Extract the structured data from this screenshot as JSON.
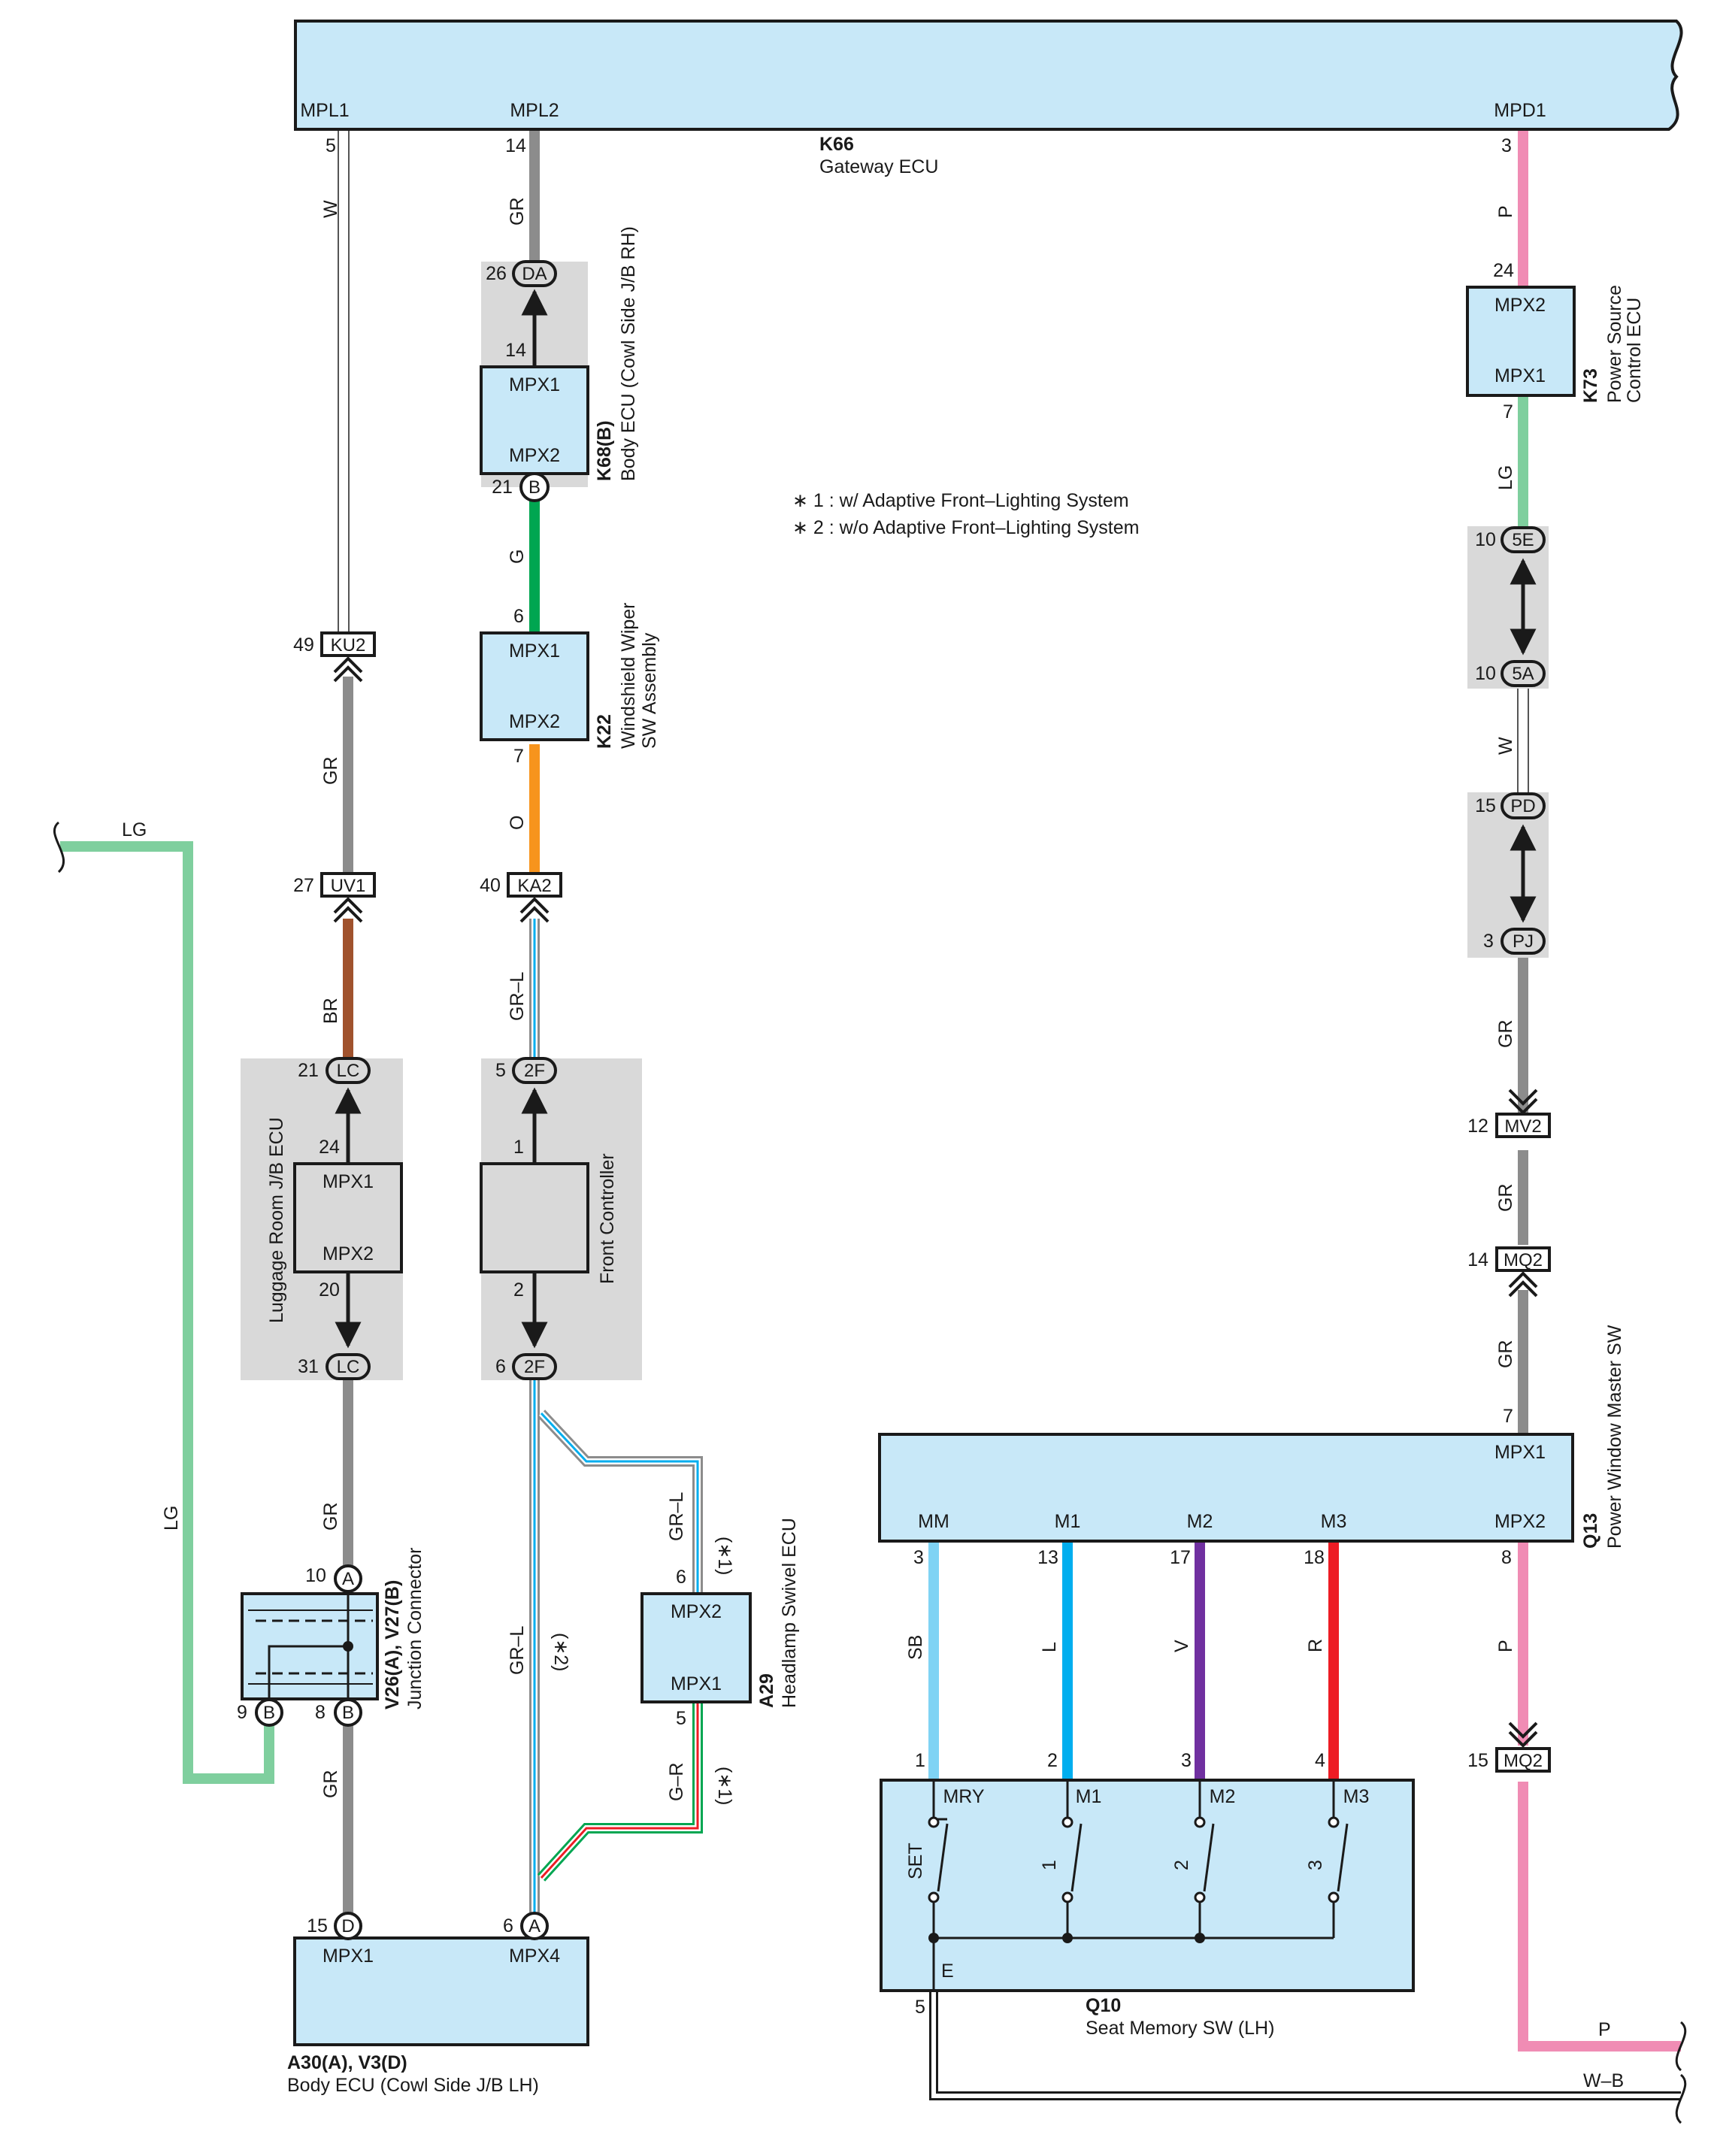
{
  "components": {
    "k66": {
      "code": "K66",
      "name": "Gateway ECU",
      "terminals": [
        "MPL1",
        "MPL2",
        "MPD1"
      ],
      "pins": [
        "5",
        "14",
        "3"
      ]
    },
    "k68": {
      "code": "K68(B)",
      "name": "Body ECU (Cowl Side J/B RH)",
      "top": "MPX1",
      "bottom": "MPX2",
      "pin_top": "14",
      "pin_bottom": "21"
    },
    "k22": {
      "code": "K22",
      "name": "Windshield Wiper",
      "name2": "SW Assembly",
      "top": "MPX1",
      "bottom": "MPX2",
      "pin_top": "6",
      "pin_bottom": "7"
    },
    "k73": {
      "code": "K73",
      "name": "Power Source",
      "name2": "Control ECU",
      "top": "MPX2",
      "bottom": "MPX1",
      "pin_top": "24",
      "pin_bottom": "7"
    },
    "luggage": {
      "name": "Luggage Room J/B ECU",
      "top": "MPX1",
      "bottom": "MPX2",
      "pin_top": "24",
      "pin_bottom": "20"
    },
    "front": {
      "name": "Front Controller",
      "pin_top": "1",
      "pin_bottom": "2"
    },
    "a29": {
      "code": "A29",
      "name": "Headlamp Swivel ECU",
      "top": "MPX2",
      "bottom": "MPX1",
      "pin_top": "6",
      "pin_bottom": "5"
    },
    "junction": {
      "code": "V26(A), V27(B)",
      "name": "Junction Connector",
      "pins": [
        "10",
        "9",
        "8"
      ],
      "conns": [
        "A",
        "B",
        "B"
      ]
    },
    "a30": {
      "code": "A30(A), V3(D)",
      "name": "Body ECU (Cowl Side J/B LH)",
      "terminals": [
        "MPX1",
        "MPX4"
      ],
      "pins": [
        "15",
        "6"
      ],
      "conns": [
        "D",
        "A"
      ]
    },
    "q13": {
      "code": "Q13",
      "name": "Power Window Master SW",
      "top": "MPX1",
      "pin_top": "7",
      "terminals": [
        "MM",
        "M1",
        "M2",
        "M3",
        "MPX2"
      ],
      "pins": [
        "3",
        "13",
        "17",
        "18",
        "8"
      ]
    },
    "q10": {
      "code": "Q10",
      "name": "Seat Memory SW (LH)",
      "terminals": [
        "MRY",
        "M1",
        "M2",
        "M3"
      ],
      "pins": [
        "1",
        "2",
        "3",
        "4"
      ],
      "switch_labels": [
        "SET",
        "1",
        "2",
        "3"
      ],
      "ground_terminal": "E",
      "ground_pin": "5"
    }
  },
  "connectors": {
    "ku2": {
      "pin": "49",
      "label": "KU2"
    },
    "uv1": {
      "pin": "27",
      "label": "UV1"
    },
    "ka2": {
      "pin": "40",
      "label": "KA2"
    },
    "mv2": {
      "pin": "12",
      "label": "MV2"
    },
    "mq2a": {
      "pin": "14",
      "label": "MQ2"
    },
    "mq2b": {
      "pin": "15",
      "label": "MQ2"
    },
    "da": {
      "pin": "26",
      "label": "DA"
    },
    "b21": {
      "pin": "21",
      "label": "B"
    },
    "lc_top": {
      "pin": "21",
      "label": "LC"
    },
    "lc_bot": {
      "pin": "31",
      "label": "LC"
    },
    "f2_top": {
      "pin": "5",
      "label": "2F"
    },
    "f2_bot": {
      "pin": "6",
      "label": "2F"
    },
    "e5": {
      "pin": "10",
      "label": "5E"
    },
    "a5": {
      "pin": "10",
      "label": "5A"
    },
    "pd": {
      "pin": "15",
      "label": "PD"
    },
    "pj": {
      "pin": "3",
      "label": "PJ"
    }
  },
  "wires": {
    "w_mpl1": "W",
    "gr_ku2": "GR",
    "br_uv1": "BR",
    "gr_lc": "GR",
    "gr_jc": "GR",
    "lg_long": "LG",
    "lg_top": "LG",
    "gr_mpl2": "GR",
    "g_k68": "G",
    "o_k22": "O",
    "grl_ka2": "GR–L",
    "grl_2f": "GR–L",
    "grl_a29": "GR–L",
    "gr_a29": "G–R",
    "p_mpd1": "P",
    "lg_k73": "LG",
    "w_5a": "W",
    "gr_pj": "GR",
    "gr_mv2": "GR",
    "gr_mq2": "GR",
    "sb": "SB",
    "l": "L",
    "v": "V",
    "r": "R",
    "p_q13": "P",
    "p_out": "P",
    "wb_out": "W–B"
  },
  "notes": {
    "n1": "∗ 1 : w/ Adaptive Front–Lighting System",
    "n2": "∗ 2 : w/o Adaptive Front–Lighting System",
    "star1a": "(∗1)",
    "star1b": "(∗1)",
    "star2": "(∗2)"
  },
  "colors": {
    "ecu_fill": "#c8e8f8",
    "jb_fill": "#d9d9d9",
    "gray": "#8c8c8c",
    "green": "#00a651",
    "lightgreen": "#7fcf9e",
    "orange": "#f7941d",
    "brown": "#a0522d",
    "pink": "#f08cb4",
    "skyblue": "#7fd3f4",
    "blue": "#00aeef",
    "violet": "#7030a0",
    "red": "#ed1c24"
  }
}
